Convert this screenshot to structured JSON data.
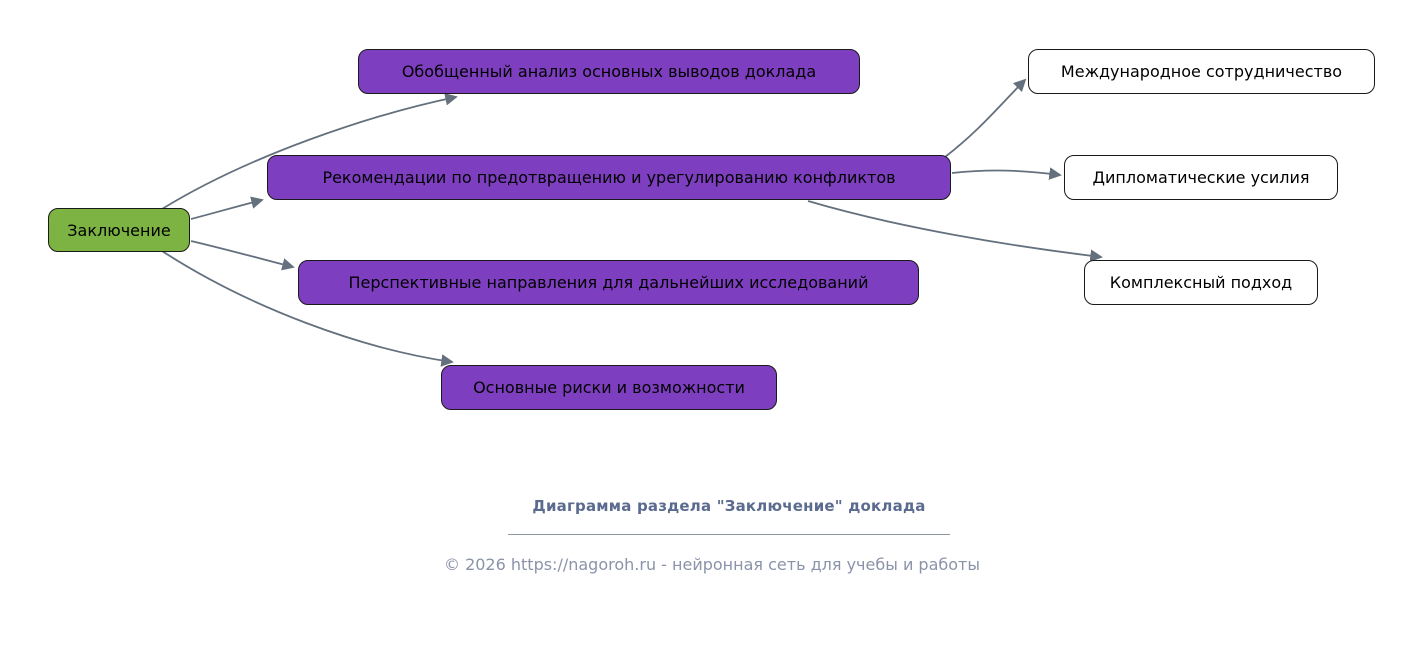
{
  "diagram": {
    "root": {
      "label": "Заключение"
    },
    "branches": [
      {
        "label": "Обобщенный анализ основных выводов доклада"
      },
      {
        "label": "Рекомендации по предотвращению и урегулированию конфликтов"
      },
      {
        "label": "Перспективные направления для дальнейших исследований"
      },
      {
        "label": "Основные риски и возможности"
      }
    ],
    "leaves": [
      {
        "label": "Международное сотрудничество"
      },
      {
        "label": "Дипломатические усилия"
      },
      {
        "label": "Комплексный подход"
      }
    ]
  },
  "footer": {
    "caption": "Диаграмма раздела \"Заключение\" доклада",
    "copyright": "© 2026 https://nagoroh.ru - нейронная сеть для учебы и работы"
  },
  "colors": {
    "root_fill": "#7cb342",
    "branch_fill": "#7e3ec0",
    "leaf_fill": "#ffffff",
    "node_border": "#1a1a1a",
    "edge": "#64707d",
    "caption_text": "#5b6b8f",
    "copyright_text": "#8a93a8"
  }
}
